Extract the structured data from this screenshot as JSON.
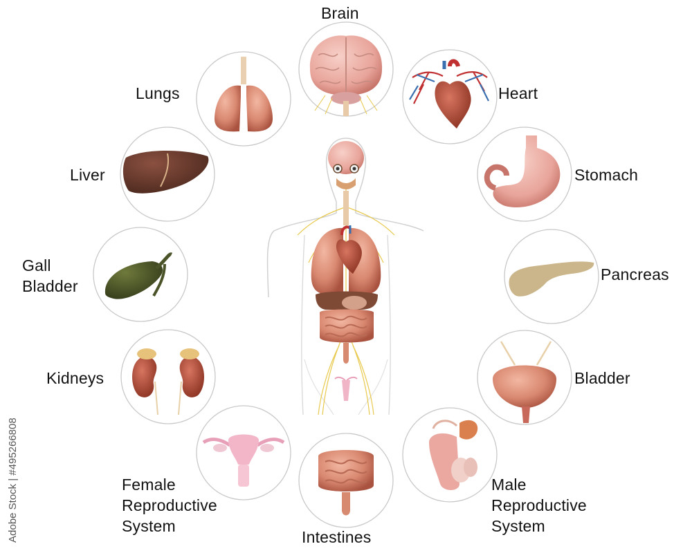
{
  "organs": {
    "brain": {
      "label": "Brain"
    },
    "lungs": {
      "label": "Lungs"
    },
    "heart": {
      "label": "Heart"
    },
    "liver": {
      "label": "Liver"
    },
    "stomach": {
      "label": "Stomach"
    },
    "gall_bladder": {
      "label_line1": "Gall",
      "label_line2": "Bladder"
    },
    "pancreas": {
      "label": "Pancreas"
    },
    "kidneys": {
      "label": "Kidneys"
    },
    "bladder": {
      "label": "Bladder"
    },
    "female": {
      "label_line1": "Female",
      "label_line2": "Reproductive",
      "label_line3": "System"
    },
    "intestines": {
      "label": "Intestines"
    },
    "male": {
      "label_line1": "Male",
      "label_line2": "Reproductive",
      "label_line3": "System"
    }
  },
  "watermark": {
    "text": "Adobe Stock | #495266808"
  },
  "colors": {
    "circle_stroke": "#c8c8c8",
    "organ_flesh": "#d98870",
    "organ_dark": "#a8523f",
    "liver": "#6e3b2c",
    "gall": "#4a5428",
    "pancreas": "#cbb58a",
    "nerve": "#e8c84a"
  }
}
